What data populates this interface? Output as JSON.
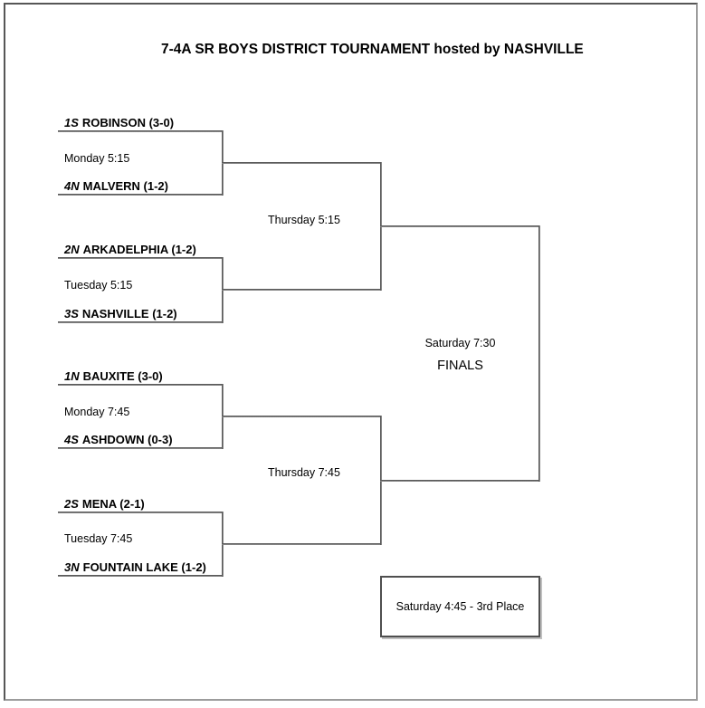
{
  "title": "7-4A SR BOYS DISTRICT TOURNAMENT hosted by NASHVILLE",
  "matches": {
    "m1": {
      "seed1": "1S",
      "team1": "ROBINSON (3-0)",
      "time": "Monday 5:15",
      "seed2": "4N",
      "team2": "MALVERN (1-2)"
    },
    "m2": {
      "seed1": "2N",
      "team1": "ARKADELPHIA (1-2)",
      "time": "Tuesday 5:15",
      "seed2": "3S",
      "team2": "NASHVILLE (1-2)"
    },
    "m3": {
      "seed1": "1N",
      "team1": "BAUXITE (3-0)",
      "time": "Monday 7:45",
      "seed2": "4S",
      "team2": "ASHDOWN (0-3)"
    },
    "m4": {
      "seed1": "2S",
      "team1": "MENA (2-1)",
      "time": "Tuesday 7:45",
      "seed2": "3N",
      "team2": "FOUNTAIN LAKE (1-2)"
    }
  },
  "semifinals": {
    "sf1": "Thursday 5:15",
    "sf2": "Thursday 7:45"
  },
  "finals": {
    "time": "Saturday 7:30",
    "label": "FINALS"
  },
  "third_place": {
    "label": "Saturday 4:45 - 3rd Place"
  }
}
